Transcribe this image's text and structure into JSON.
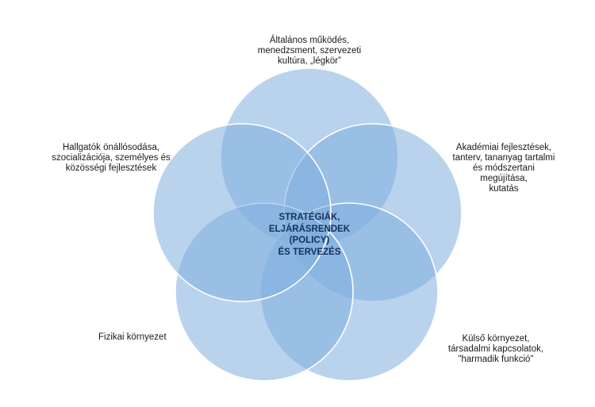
{
  "diagram": {
    "center": "STRATÉGIÁK,\nELJÁRÁSRENDEK\n(POLICY)\nÉS TERVEZÉS",
    "petals": [
      {
        "label": "Általános működés,\nmenedzsment, szervezeti\nkultúra, „légkör”"
      },
      {
        "label": "Akadémiai fejlesztések,\ntanterv, tananyag tartalmi\nés módszertani\nmegújítása,\nkutatás"
      },
      {
        "label": "Külső környezet,\ntársadalmi kapcsolatok,\n\"harmadik funkció\""
      },
      {
        "label": "Fizikai környezet"
      },
      {
        "label": "Hallgatók önállósodása,\nszocializációja, személyes és\nközösségi fejlesztések"
      }
    ]
  },
  "colors": {
    "petal_fill": "#7faedf",
    "petal_stroke": "#ffffff",
    "center_text": "#14305c",
    "label_text": "#1a1a1a"
  }
}
